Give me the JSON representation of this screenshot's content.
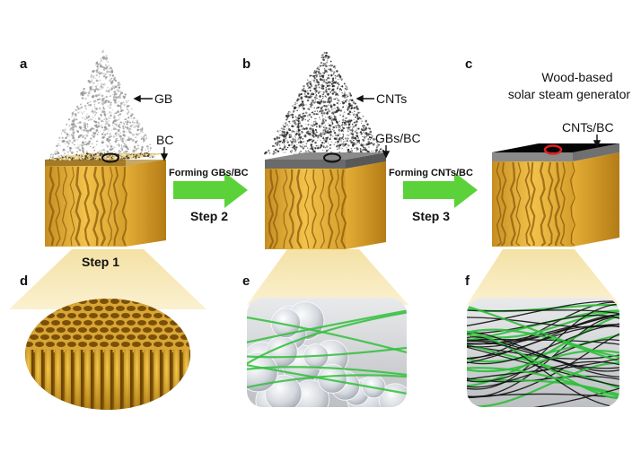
{
  "panels": {
    "a": {
      "letter": "a",
      "top_label": "GB",
      "layer_label": "BC",
      "step_label": "Step 1"
    },
    "b": {
      "letter": "b",
      "top_label": "CNTs",
      "layer_label": "GBs/BC"
    },
    "c": {
      "letter": "c",
      "title_line1": "Wood-based",
      "title_line2": "solar steam generator",
      "layer_label": "CNTs/BC"
    },
    "d": {
      "letter": "d"
    },
    "e": {
      "letter": "e"
    },
    "f": {
      "letter": "f"
    }
  },
  "arrows": [
    {
      "text": "Forming GBs/BC",
      "step": "Step 2",
      "color": "#5cd23a"
    },
    {
      "text": "Forming CNTs/BC",
      "step": "Step 3",
      "color": "#5cd23a"
    }
  ],
  "colors": {
    "wood_light": "#f3c24a",
    "wood_dark": "#b9841c",
    "zoom_cone": "#f7e7b4",
    "gb_layer": "#c9b57a",
    "gbbc_layer": "#7a7a7a",
    "cnt_layer": "#050505",
    "circle_marker_a_b": "#111111",
    "circle_marker_c": "#e02020",
    "fiber_green": "#2fbf3a"
  }
}
